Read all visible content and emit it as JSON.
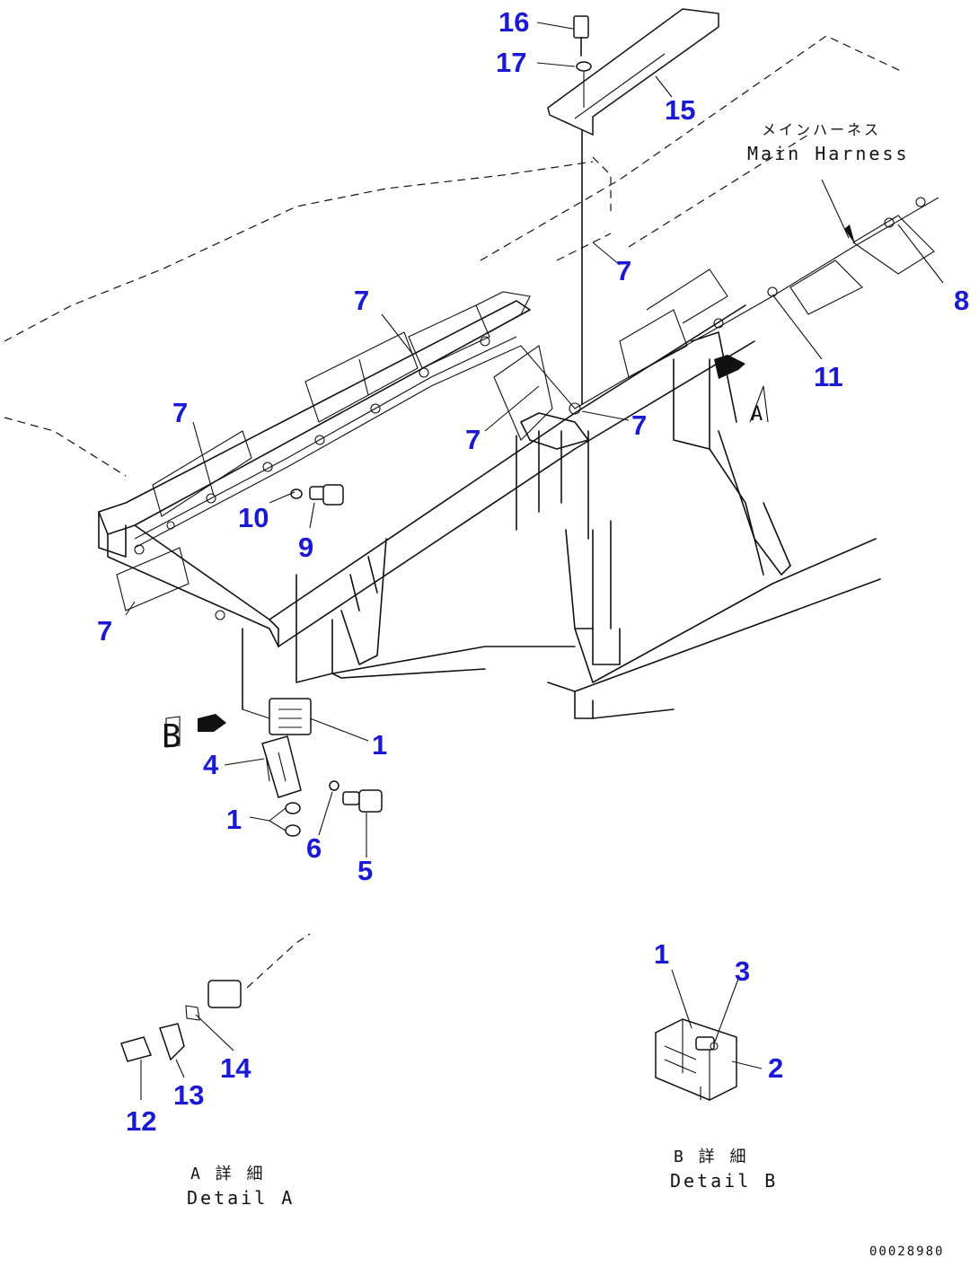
{
  "colors": {
    "callout": "#1a1ad6",
    "line": "#111111",
    "background": "#ffffff"
  },
  "callouts": [
    {
      "id": "16",
      "text": "16"
    },
    {
      "id": "17",
      "text": "17"
    },
    {
      "id": "15",
      "text": "15"
    },
    {
      "id": "8",
      "text": "8"
    },
    {
      "id": "11",
      "text": "11"
    },
    {
      "id": "7a",
      "text": "7"
    },
    {
      "id": "7b",
      "text": "7"
    },
    {
      "id": "7c",
      "text": "7"
    },
    {
      "id": "7d",
      "text": "7"
    },
    {
      "id": "7e",
      "text": "7"
    },
    {
      "id": "7f",
      "text": "7"
    },
    {
      "id": "10",
      "text": "10"
    },
    {
      "id": "9",
      "text": "9"
    },
    {
      "id": "1a",
      "text": "1"
    },
    {
      "id": "4",
      "text": "4"
    },
    {
      "id": "1b",
      "text": "1"
    },
    {
      "id": "6",
      "text": "6"
    },
    {
      "id": "5",
      "text": "5"
    },
    {
      "id": "12",
      "text": "12"
    },
    {
      "id": "13",
      "text": "13"
    },
    {
      "id": "14",
      "text": "14"
    },
    {
      "id": "1c",
      "text": "1"
    },
    {
      "id": "3",
      "text": "3"
    },
    {
      "id": "2",
      "text": "2"
    }
  ],
  "labels": {
    "main_harness_jp": "メインハーネス",
    "main_harness_en": "Main Harness",
    "view_a": "A",
    "view_b": "B",
    "detail_a_jp": "A 詳 細",
    "detail_a_en": "Detail A",
    "detail_b_jp": "B 詳 細",
    "detail_b_en": "Detail B",
    "drawing_number": "00028980"
  }
}
